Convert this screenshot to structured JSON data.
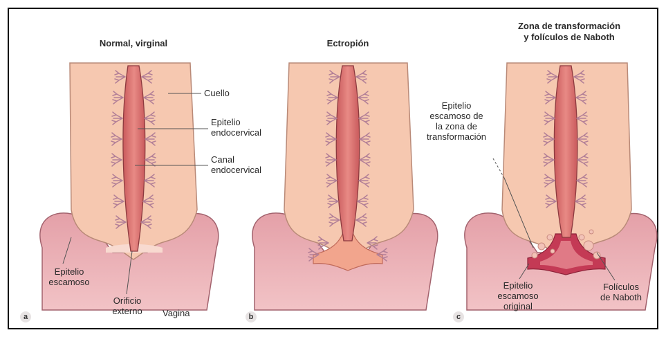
{
  "panels": [
    {
      "title": "Normal, virginal",
      "letter": "a",
      "labels": {
        "tissue": "Cuello",
        "endocervical_epithelium": "Epitelio\nendocervical",
        "endocervical_canal": "Canal\nendocervical",
        "squamous_epithelium": "Epitelio\nescamoso",
        "external_os": "Orificio\nexterno",
        "vagina": "Vagina"
      }
    },
    {
      "title": "Ectropión",
      "letter": "b",
      "labels": {}
    },
    {
      "title": "Zona de transformación\ny folículos de Naboth",
      "letter": "c",
      "labels": {
        "tz_squamous_epithelium": "Epitelio\nescamoso de\nla zona de\ntransformación",
        "original_squamous_epithelium": "Epitelio\nescamoso\noriginal",
        "nabothian_follicles": "Folículos\nde Naboth"
      }
    }
  ],
  "colors": {
    "cervix": "#f6c8b0",
    "canal": "#d86c6c",
    "vagina": "#e8a6ac",
    "transformation_zone": "#c43a55",
    "glands": "#b7849a",
    "follicle": "#f3c3b8"
  }
}
